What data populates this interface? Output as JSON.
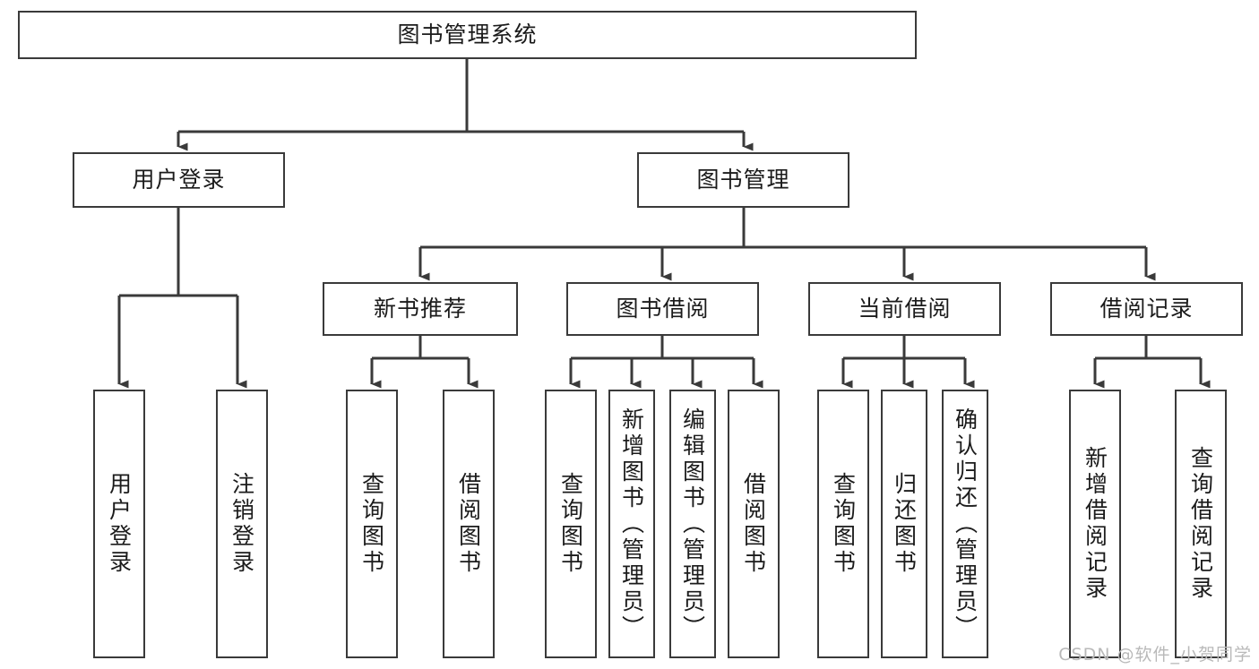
{
  "diagram": {
    "title": "图书管理系统",
    "watermark": "CSDN @软件_小贺同学",
    "line_color": "#3a3a3a",
    "box_fill": "#ffffff",
    "text_color": "#1b1b1b",
    "watermark_color": "#b9b9b9",
    "levels": {
      "root": {
        "label": "图书管理系统"
      },
      "level2": [
        {
          "label": "用户登录"
        },
        {
          "label": "图书管理"
        }
      ],
      "level3": [
        {
          "label": "新书推荐"
        },
        {
          "label": "图书借阅"
        },
        {
          "label": "当前借阅"
        },
        {
          "label": "借阅记录"
        }
      ],
      "leaves": [
        {
          "label": "用户登录",
          "parent": "用户登录"
        },
        {
          "label": "注销登录",
          "parent": "用户登录"
        },
        {
          "label": "查询图书",
          "parent": "新书推荐"
        },
        {
          "label": "借阅图书",
          "parent": "新书推荐"
        },
        {
          "label": "查询图书",
          "parent": "图书借阅"
        },
        {
          "label": "新增图书（管理员）",
          "parent": "图书借阅"
        },
        {
          "label": "编辑图书（管理员）",
          "parent": "图书借阅"
        },
        {
          "label": "借阅图书",
          "parent": "图书借阅"
        },
        {
          "label": "查询图书",
          "parent": "当前借阅"
        },
        {
          "label": "归还图书",
          "parent": "当前借阅"
        },
        {
          "label": "确认归还（管理员）",
          "parent": "当前借阅"
        },
        {
          "label": "新增借阅记录",
          "parent": "借阅记录"
        },
        {
          "label": "查询借阅记录",
          "parent": "借阅记录"
        }
      ]
    }
  }
}
